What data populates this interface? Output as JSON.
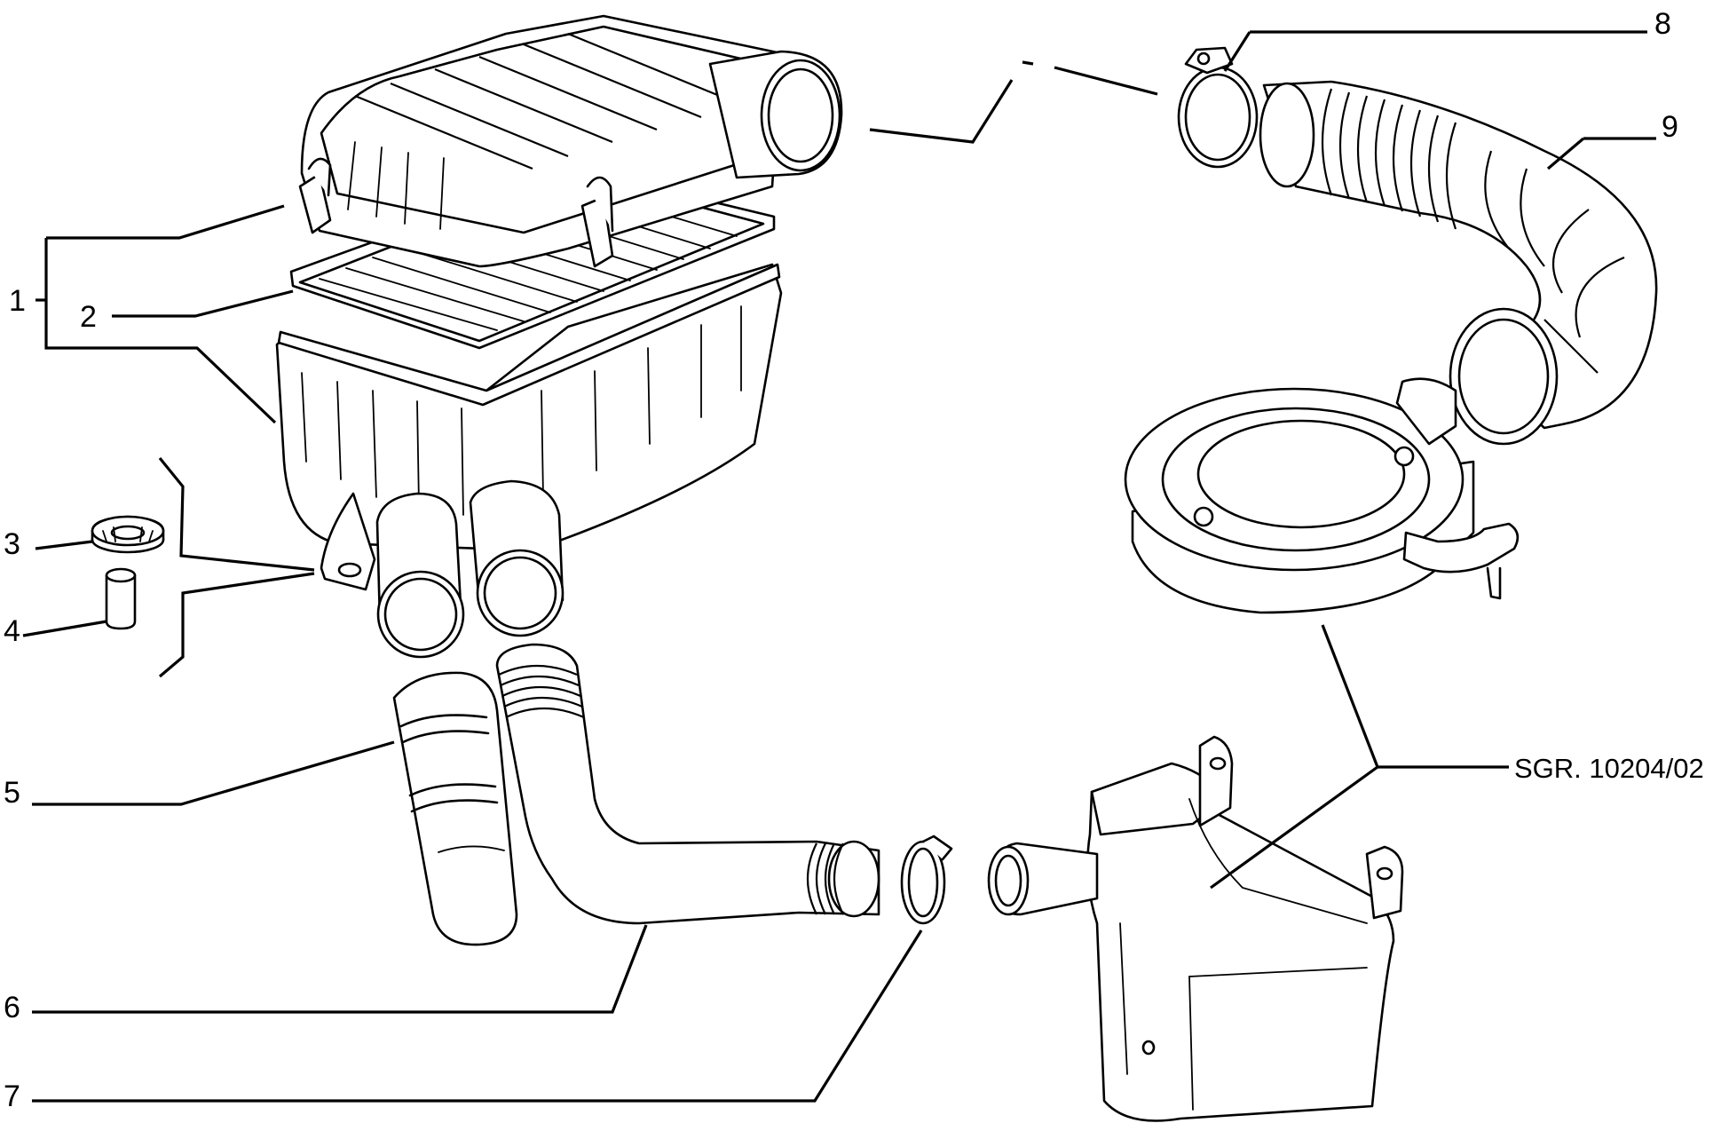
{
  "callouts": [
    {
      "id": "1",
      "label": "1"
    },
    {
      "id": "2",
      "label": "2"
    },
    {
      "id": "3",
      "label": "3"
    },
    {
      "id": "4",
      "label": "4"
    },
    {
      "id": "5",
      "label": "5"
    },
    {
      "id": "6",
      "label": "6"
    },
    {
      "id": "7",
      "label": "7"
    },
    {
      "id": "8",
      "label": "8"
    },
    {
      "id": "9",
      "label": "9"
    }
  ],
  "reference": {
    "label": "SGR. 10204/02"
  }
}
